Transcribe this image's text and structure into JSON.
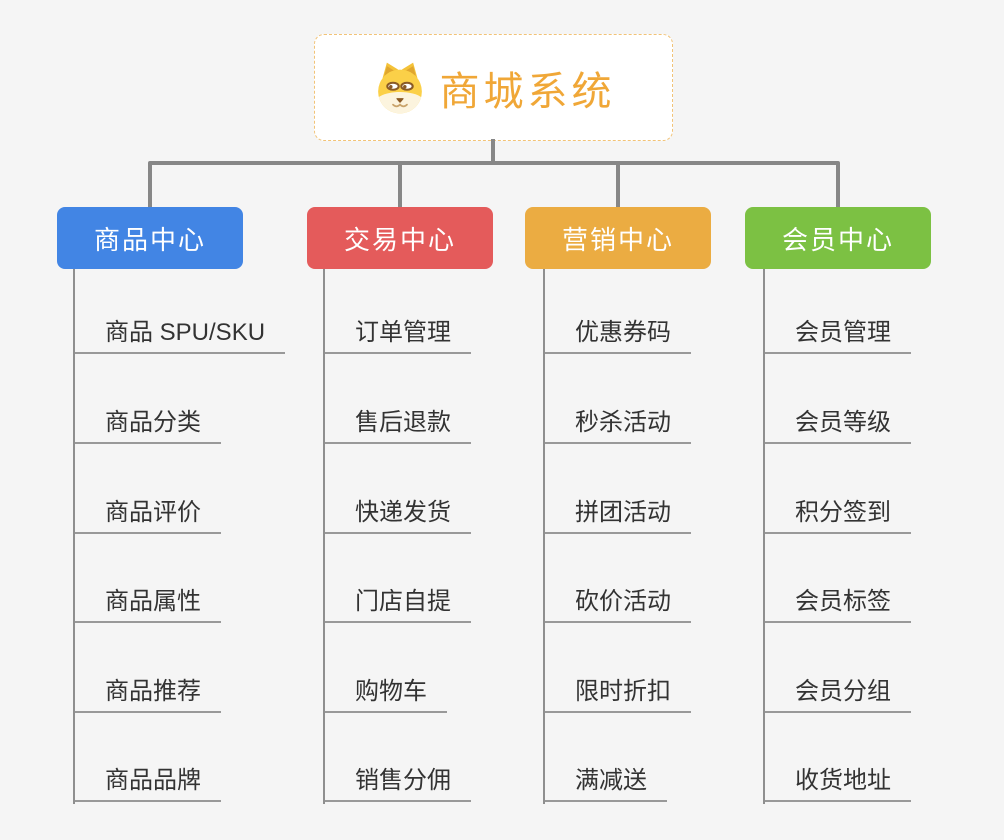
{
  "root": {
    "title": "商城系统",
    "icon": "doge-icon",
    "accent_color": "#F0A737",
    "border_color": "#F2C377"
  },
  "connector_color": "#878787",
  "leaf_line_color": "#999999",
  "leaf_text_color": "#333333",
  "branches": [
    {
      "label": "商品中心",
      "color": "#4285E4",
      "children": [
        "商品 SPU/SKU",
        "商品分类",
        "商品评价",
        "商品属性",
        "商品推荐",
        "商品品牌"
      ]
    },
    {
      "label": "交易中心",
      "color": "#E45B5B",
      "children": [
        "订单管理",
        "售后退款",
        "快递发货",
        "门店自提",
        "购物车",
        "销售分佣"
      ]
    },
    {
      "label": "营销中心",
      "color": "#EBAC42",
      "children": [
        "优惠券码",
        "秒杀活动",
        "拼团活动",
        "砍价活动",
        "限时折扣",
        "满减送"
      ]
    },
    {
      "label": "会员中心",
      "color": "#7CC143",
      "children": [
        "会员管理",
        "会员等级",
        "积分签到",
        "会员标签",
        "会员分组",
        "收货地址"
      ]
    }
  ]
}
